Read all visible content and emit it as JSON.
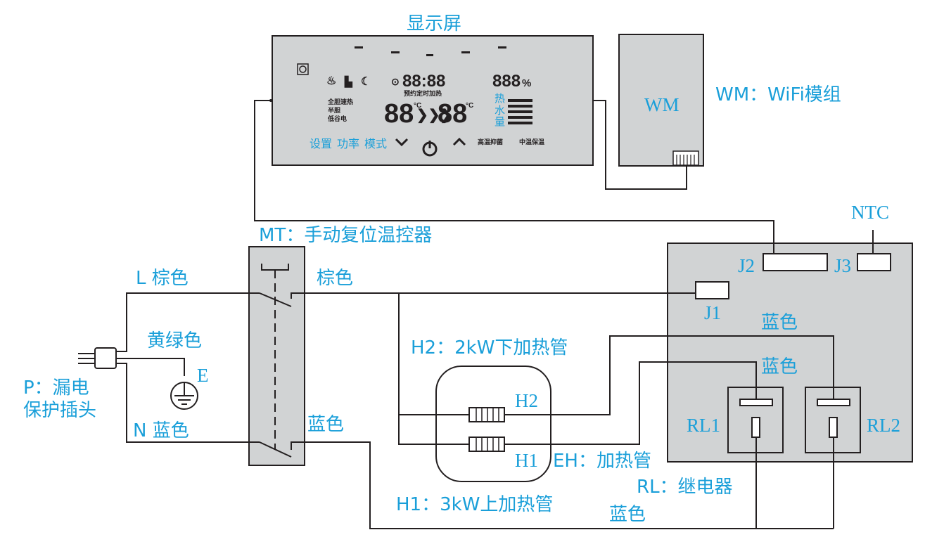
{
  "labels": {
    "display": "显示屏",
    "wm_box": "WM",
    "wm_desc": "WM：WiFi模组",
    "mt_desc": "MT：手动复位温控器",
    "ntc": "NTC",
    "j2": "J2",
    "j3": "J3",
    "j1": "J1",
    "l_brown": "L 棕色",
    "brown": "棕色",
    "yellow_green": "黄绿色",
    "earth": "E",
    "plug_desc_1": "P：漏电",
    "plug_desc_2": "保护插头",
    "n_blue": "N 蓝色",
    "blue_mt": "蓝色",
    "h2_desc": "H2：2kW下加热管",
    "h2": "H2",
    "h1": "H1",
    "h1_desc": "H1：3kW上加热管",
    "eh_desc": "EH：加热管",
    "rl_desc": "RL：继电器",
    "blue_top": "蓝色",
    "blue_mid": "蓝色",
    "blue_bottom": "蓝色",
    "rl1": "RL1",
    "rl2": "RL2"
  },
  "lcd": {
    "clock": "88:88",
    "percent": "888",
    "percent_sign": "%",
    "temp_left": "88",
    "temp_right": "88",
    "deg_c": "°C",
    "heat_amount_1": "热",
    "heat_amount_2": "水",
    "heat_amount_3": "量",
    "btn_settings": "设置",
    "btn_power": "功率",
    "btn_mode": "模式",
    "side_text_1": "全胆速热",
    "side_text_2": "半胆",
    "side_text_3": "低谷电",
    "btn_right_1": "高温抑菌",
    "btn_right_2": "中温保温",
    "timer_caption": "预约定时加热"
  },
  "colors": {
    "label_blue": "#1a9fd9",
    "line": "#231f20",
    "panel_gray": "#d1d3d4"
  }
}
